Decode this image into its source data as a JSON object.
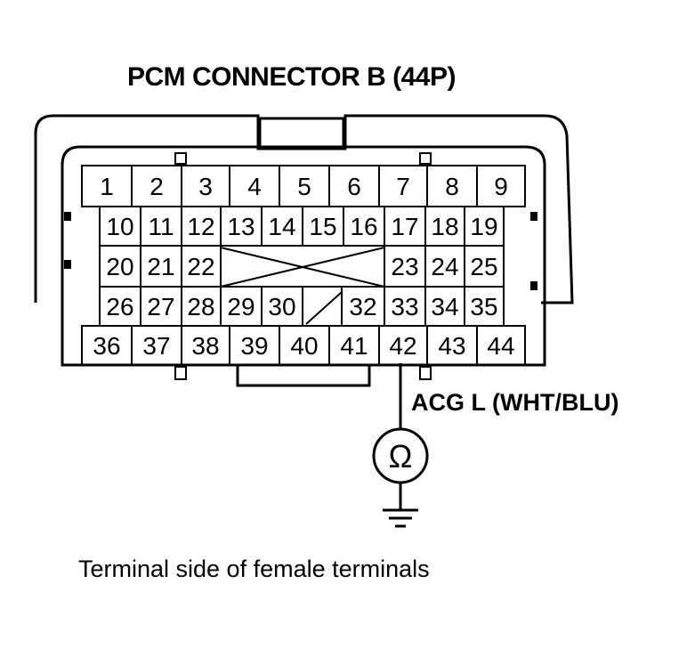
{
  "diagram": {
    "title": "PCM CONNECTOR B (44P)",
    "wire_label": "ACG L (WHT/BLU)",
    "caption": "Terminal side of female terminals",
    "meter_symbol": "Ω",
    "probed_terminal": "42",
    "terminal_rows": [
      [
        "1",
        "2",
        "3",
        "4",
        "5",
        "6",
        "7",
        "8",
        "9"
      ],
      [
        "10",
        "11",
        "12",
        "13",
        "14",
        "15",
        "16",
        "17",
        "18",
        "19"
      ],
      [
        "20",
        "21",
        "22",
        "23",
        "24",
        "25"
      ],
      [
        "26",
        "27",
        "28",
        "29",
        "30",
        "32",
        "33",
        "34",
        "35"
      ],
      [
        "36",
        "37",
        "38",
        "39",
        "40",
        "41",
        "42",
        "43",
        "44"
      ]
    ]
  }
}
